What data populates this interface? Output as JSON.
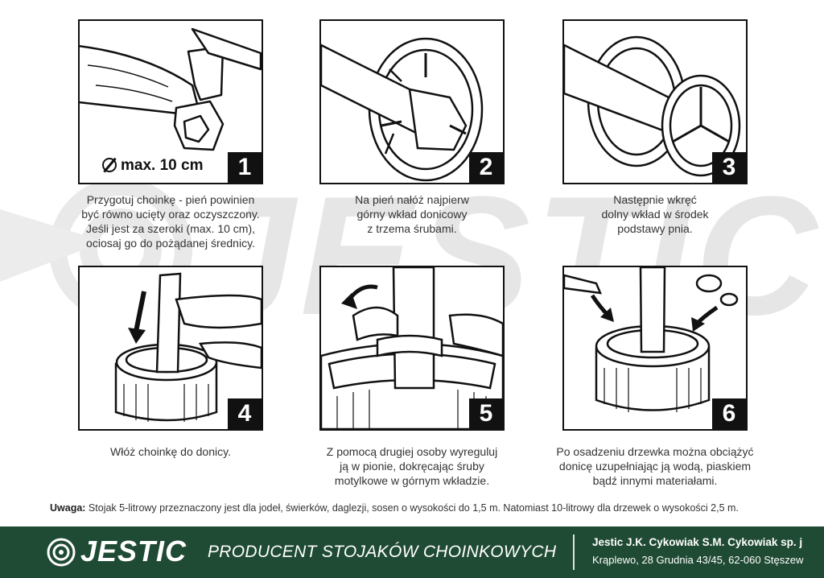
{
  "steps": [
    {
      "number": "1",
      "caption": "Przygotuj choinkę - pień powinien\nbyć równo ucięty oraz oczyszczony.\nJeśli jest za szeroki (max. 10 cm),\nociosaj go do pożądanej średnicy.",
      "label": "max. 10 cm"
    },
    {
      "number": "2",
      "caption": "Na pień nałóż najpierw\ngórny wkład donicowy\nz trzema śrubami."
    },
    {
      "number": "3",
      "caption": "Następnie wkręć\ndolny wkład w środek\npodstawy pnia."
    },
    {
      "number": "4",
      "caption": "Włóż choinkę do donicy."
    },
    {
      "number": "5",
      "caption": "Z pomocą drugiej osoby wyreguluj\nją w pionie, dokręcając śruby\nmotylkowe w górnym wkładzie."
    },
    {
      "number": "6",
      "caption": "Po osadzeniu drzewka można obciążyć\ndonicę uzupełniając ją wodą, piaskiem\nbądź innymi materiałami."
    }
  ],
  "note": {
    "label": "Uwaga:",
    "text": " Stojak 5-litrowy przeznaczony jest dla jodeł, świerków, daglezji, sosen o wysokości do 1,5 m. Natomiast 10-litrowy dla drzewek o wysokości 2,5 m."
  },
  "watermark": "JESTIC",
  "footer": {
    "brand": "JESTIC",
    "tagline": "PRODUCENT STOJAKÓW CHOINKOWYCH",
    "company": "Jestic J.K. Cykowiak S.M. Cykowiak sp. j",
    "address": "Krąplewo, 28 Grudnia 43/45, 62-060 Stęszew"
  },
  "colors": {
    "footer_bg": "#1f4a33",
    "panel_border": "#111111",
    "watermark": "#e6e6e6"
  }
}
